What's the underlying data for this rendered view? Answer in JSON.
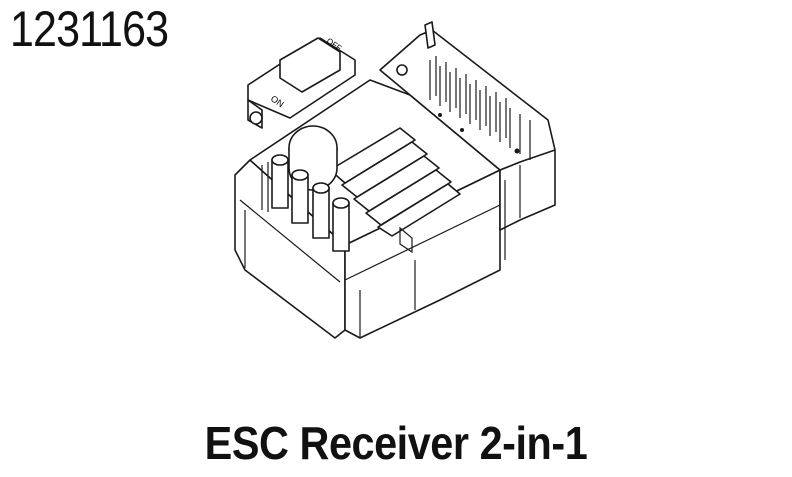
{
  "part_number": "1231163",
  "caption": "ESC Receiver 2-in-1",
  "switch_labels": {
    "off": "OFF",
    "on": "ON"
  }
}
